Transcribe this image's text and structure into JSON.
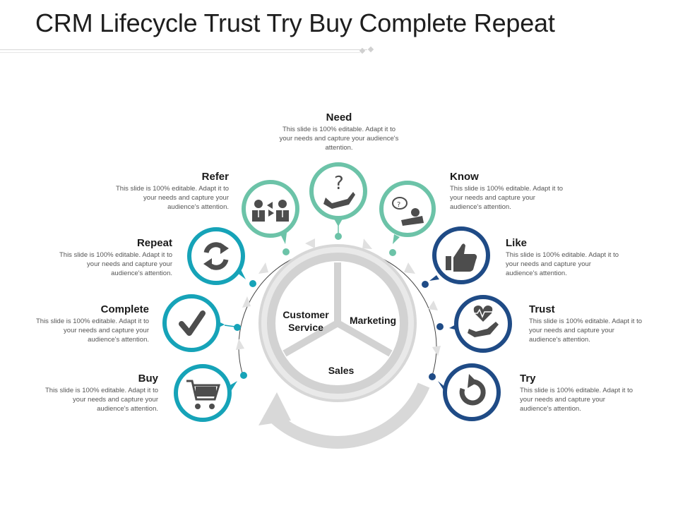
{
  "title": "CRM Lifecycle Trust Try Buy Complete Repeat",
  "colors": {
    "teal_light": "#6cc3a8",
    "teal": "#16a3b8",
    "navy": "#1f4b86",
    "icon_gray": "#4d4d4d",
    "ring_gray": "#d8d8d8"
  },
  "center": {
    "segment1": "Customer Service",
    "segment2": "Marketing",
    "segment3": "Sales"
  },
  "stages": [
    {
      "heading": "Need",
      "desc": "This slide is 100% editable. Adapt it to your needs and capture your audience's attention.",
      "icon": "question-hand-icon"
    },
    {
      "heading": "Know",
      "desc": "This slide is 100% editable. Adapt it to your needs and capture your audience's attention.",
      "icon": "thinking-person-icon"
    },
    {
      "heading": "Like",
      "desc": "This slide is 100% editable. Adapt it to your needs and capture your audience's attention.",
      "icon": "thumbs-up-icon"
    },
    {
      "heading": "Trust",
      "desc": "This slide is 100% editable. Adapt it to your needs and capture your audience's attention.",
      "icon": "heart-hand-icon"
    },
    {
      "heading": "Try",
      "desc": "This slide is 100% editable. Adapt it to your needs and capture your audience's attention.",
      "icon": "circular-arrow-icon"
    },
    {
      "heading": "Buy",
      "desc": "This slide is 100% editable. Adapt it to your needs and capture your audience's attention.",
      "icon": "shopping-cart-icon"
    },
    {
      "heading": "Complete",
      "desc": "This slide is 100% editable. Adapt it to your needs and capture your audience's attention.",
      "icon": "checkmark-icon"
    },
    {
      "heading": "Repeat",
      "desc": "This slide is 100% editable. Adapt it to your needs and capture your audience's attention.",
      "icon": "refresh-icon"
    },
    {
      "heading": "Refer",
      "desc": "This slide is 100% editable. Adapt it to your needs and capture your audience's attention.",
      "icon": "people-exchange-icon"
    }
  ]
}
